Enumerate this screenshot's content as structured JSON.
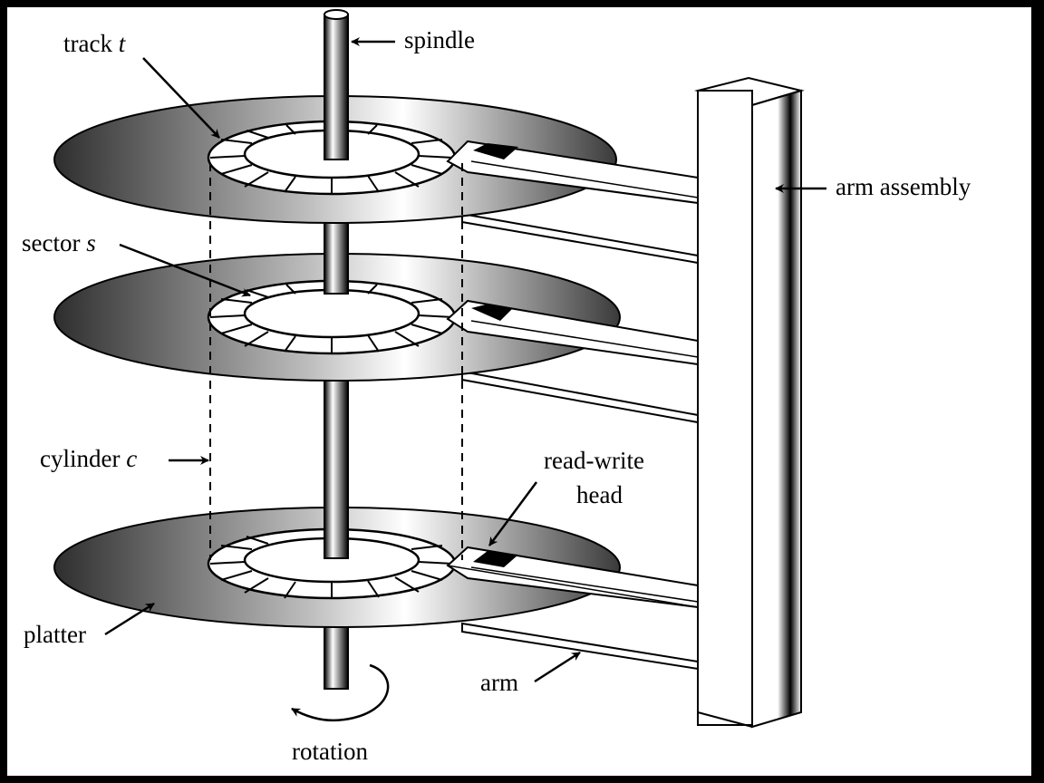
{
  "labels": {
    "track": {
      "text": "track ",
      "var": "t"
    },
    "spindle": {
      "text": "spindle"
    },
    "arm_assembly": {
      "text": "arm assembly"
    },
    "sector": {
      "text": "sector ",
      "var": "s"
    },
    "cylinder": {
      "text": "cylinder ",
      "var": "c"
    },
    "read_write_head_line1": {
      "text": "read-write"
    },
    "read_write_head_line2": {
      "text": "head"
    },
    "platter": {
      "text": "platter"
    },
    "arm": {
      "text": "arm"
    },
    "rotation": {
      "text": "rotation"
    }
  },
  "colors": {
    "frame": "#000000",
    "background": "#ffffff",
    "ink": "#000000"
  }
}
